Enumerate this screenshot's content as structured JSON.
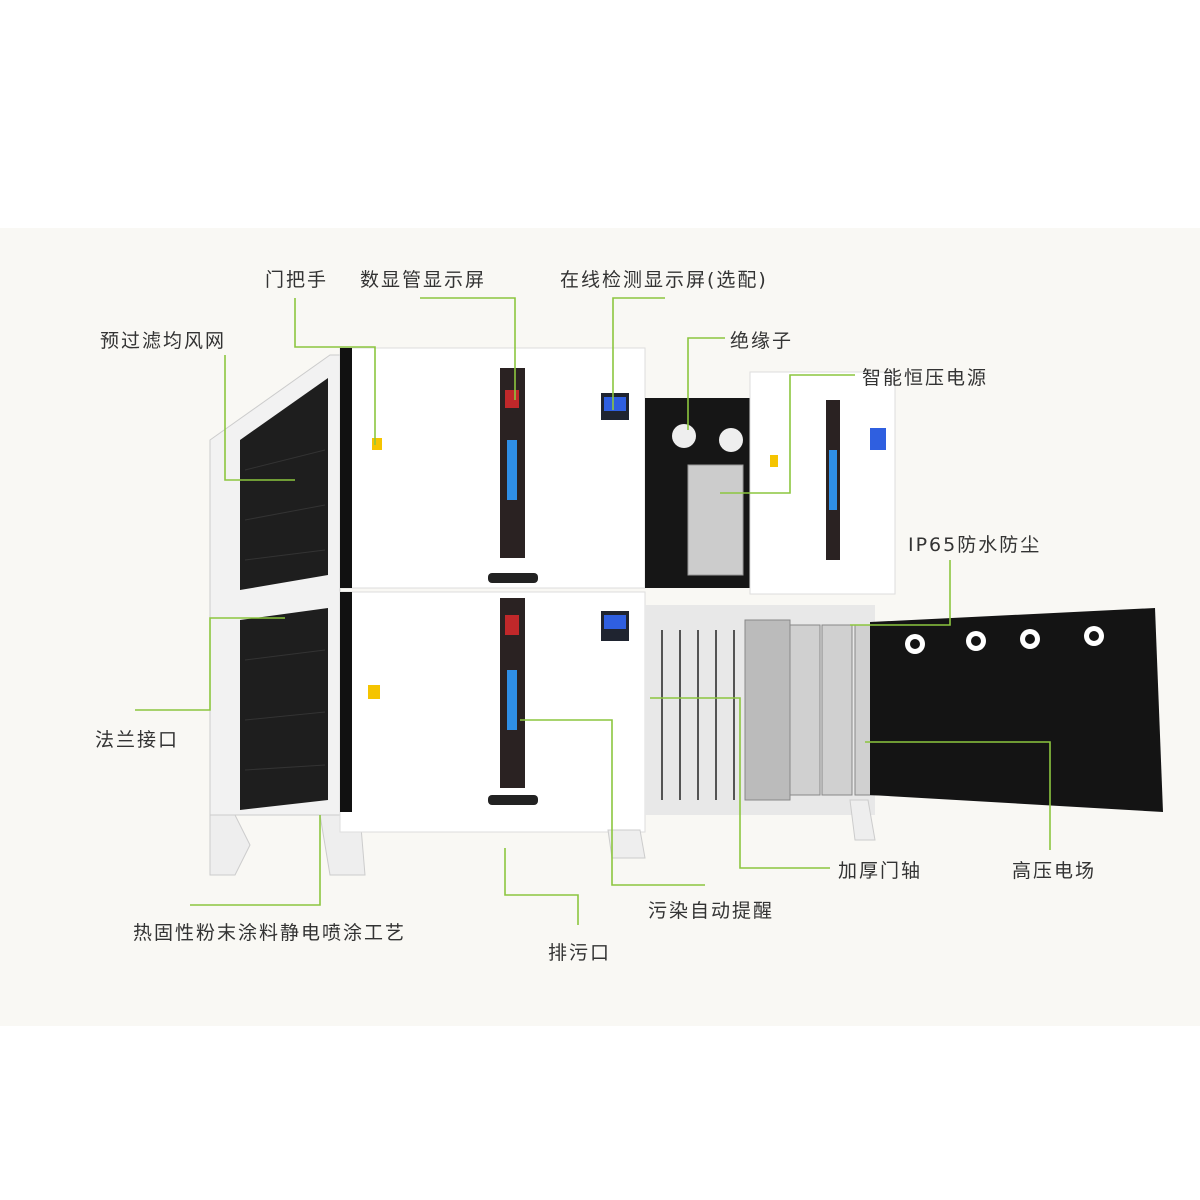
{
  "labels": {
    "door_handle": "门把手",
    "digital_display": "数显管显示屏",
    "online_monitor_display": "在线检测显示屏(选配)",
    "pre_filter": "预过滤均风网",
    "insulator": "绝缘子",
    "power_supply": "智能恒压电源",
    "ip65": "IP65防水防尘",
    "flange": "法兰接口",
    "door_hinge": "加厚门轴",
    "hv_field": "高压电场",
    "pollution_alert": "污染自动提醒",
    "coating": "热固性粉末涂料静电喷涂工艺",
    "drain": "排污口"
  },
  "colors": {
    "leader": "#8cc63f",
    "background": "#f9f8f4",
    "cabinet": "#ffffff",
    "display": "#2f8fe6"
  }
}
